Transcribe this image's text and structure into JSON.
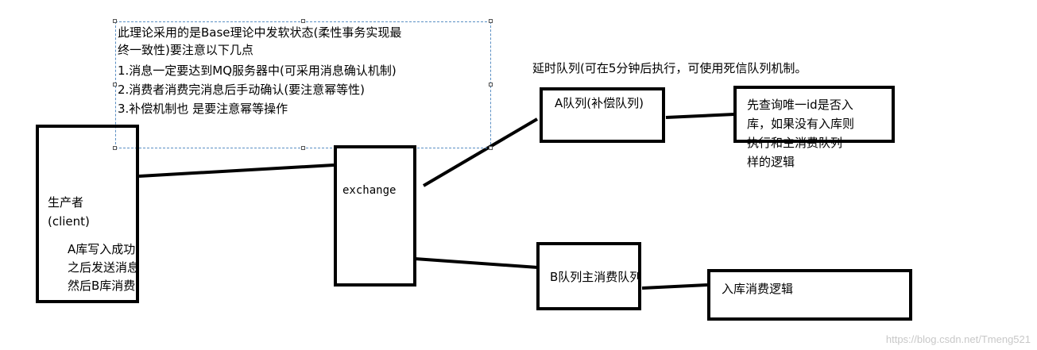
{
  "note": {
    "lines": [
      "此理论采用的是Base理论中发软状态(柔性事务实现最",
      "终一致性)要注意以下几点",
      "1.消息一定要达到MQ服务器中(可采用消息确认机制)",
      "2.消费者消费完消息后手动确认(要注意幂等性)",
      "3.补偿机制也 是要注意幂等操作"
    ]
  },
  "producer": {
    "title_lines": [
      "生产者",
      "(client)"
    ],
    "detail_lines": [
      "A库写入成功",
      "之后发送消息",
      "然后B库消费"
    ]
  },
  "exchange": {
    "label": "exchange"
  },
  "delay_note": "延时队列(可在5分钟后执行，可使用死信队列机制。",
  "queue_a": {
    "label": "A队列(补偿队列)"
  },
  "compensation": {
    "lines": [
      "先查询唯一id是否入",
      "库，如果没有入库则",
      "执行和主消费队列",
      "样的逻辑"
    ]
  },
  "queue_b": {
    "label": "B队列主消费队列"
  },
  "consumer": {
    "label": "入库消费逻辑"
  },
  "watermark": "https://blog.csdn.net/Tmeng521"
}
